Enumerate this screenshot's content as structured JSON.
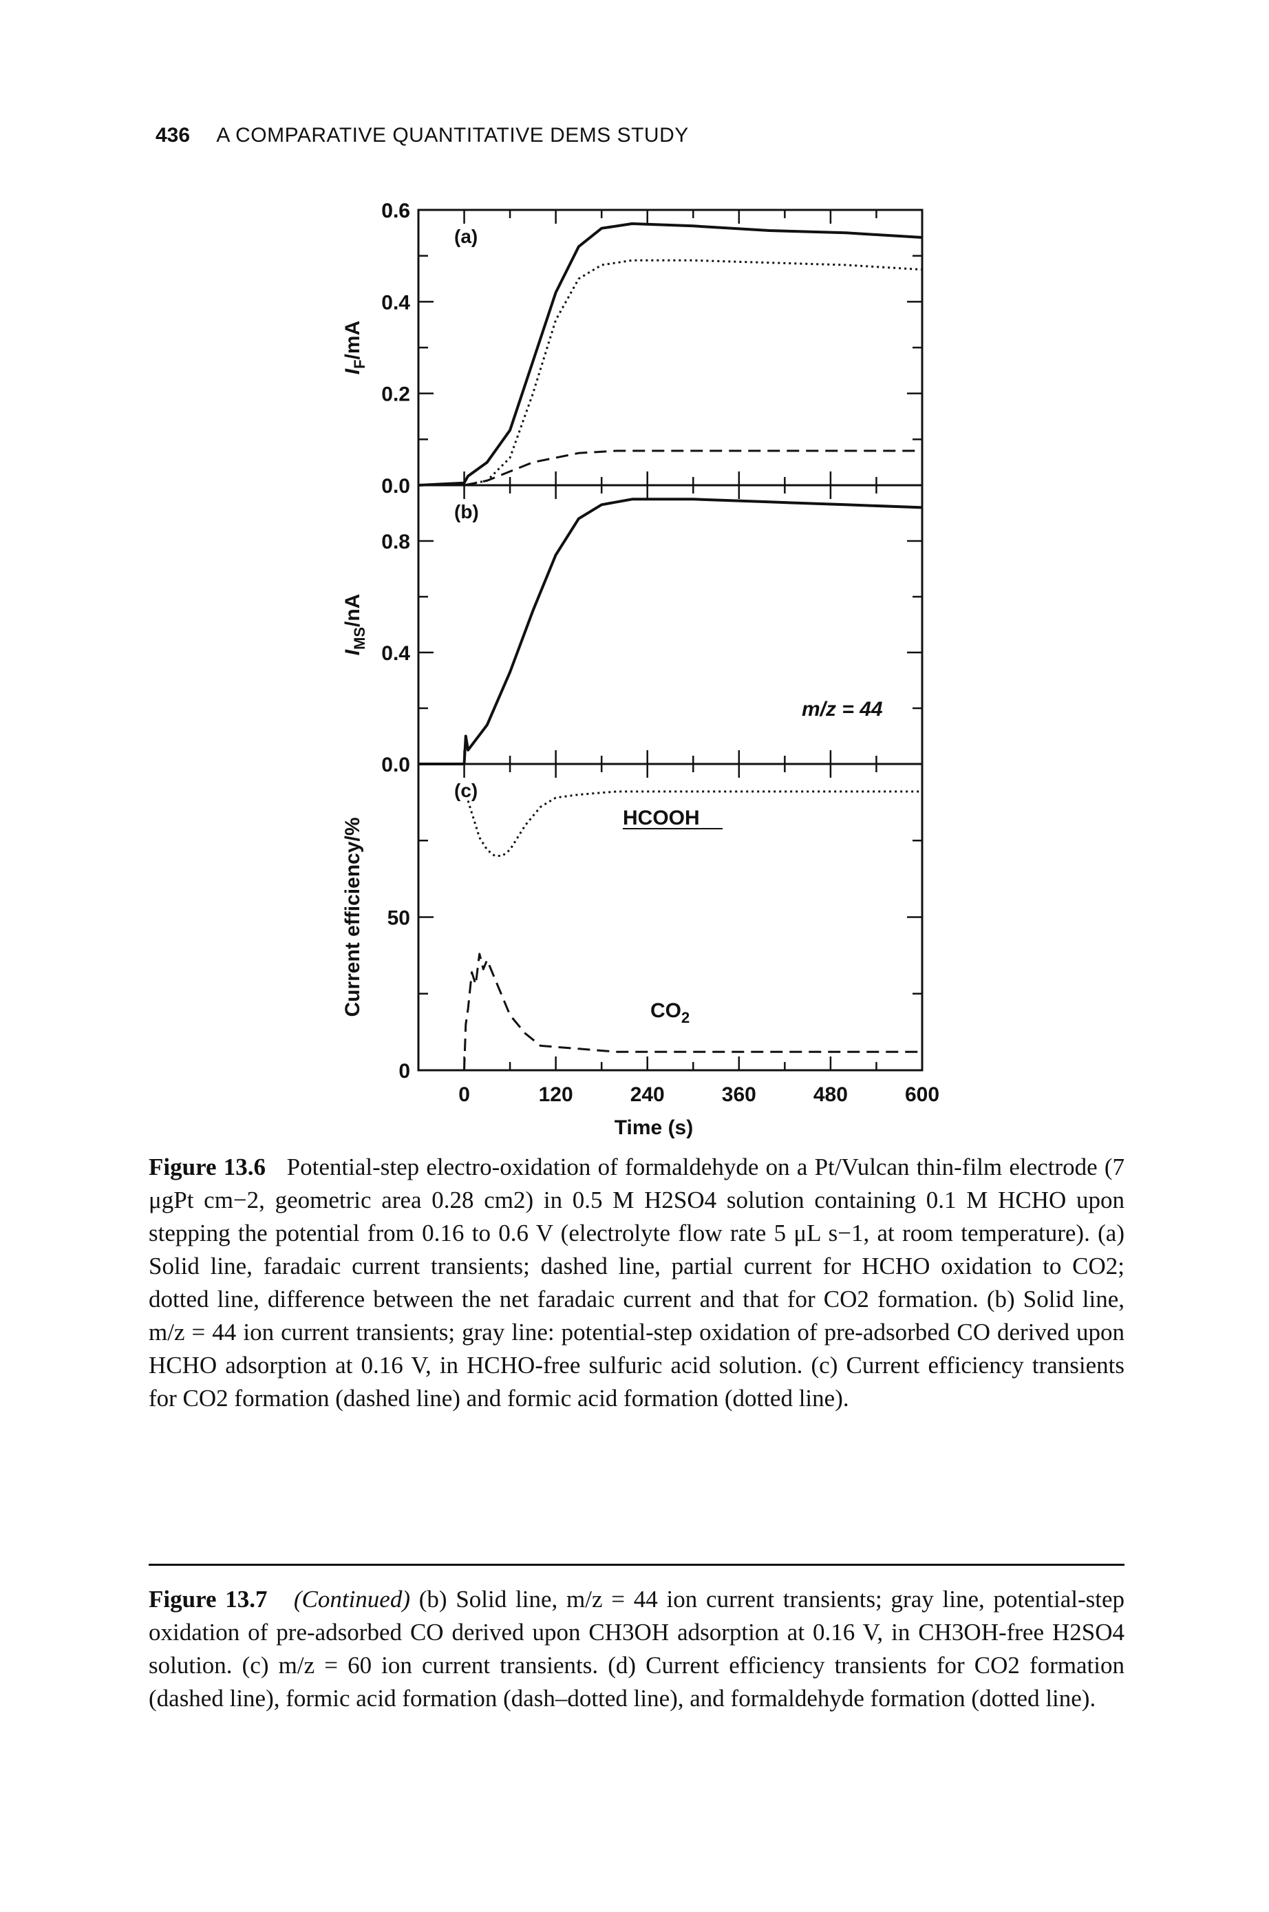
{
  "header": {
    "page_number": "436",
    "running_title": "A COMPARATIVE QUANTITATIVE DEMS STUDY"
  },
  "figure": {
    "panels": [
      {
        "label": "(a)",
        "ylabel": "I_F/mA"
      },
      {
        "label": "(b)",
        "ylabel": "I_MS/nA",
        "annotation": "m/z = 44"
      },
      {
        "label": "(c)",
        "ylabel": "Current efficiency/%",
        "annotations": [
          "HCOOH",
          "CO2"
        ]
      }
    ],
    "xlabel": "Time (s)"
  },
  "chart_data": [
    {
      "type": "line",
      "panel": "(a)",
      "ylabel": "I_F/mA",
      "xlabel": "",
      "xlim": [
        -60,
        600
      ],
      "ylim": [
        0.0,
        0.6
      ],
      "yticks": [
        0.0,
        0.2,
        0.4,
        0.6
      ],
      "series": [
        {
          "style": "solid",
          "x": [
            -60,
            0,
            5,
            30,
            60,
            90,
            120,
            150,
            180,
            220,
            300,
            400,
            500,
            600
          ],
          "y": [
            0.0,
            0.005,
            0.02,
            0.05,
            0.12,
            0.27,
            0.42,
            0.52,
            0.56,
            0.57,
            0.565,
            0.555,
            0.55,
            0.54
          ]
        },
        {
          "style": "dashed",
          "x": [
            0,
            30,
            60,
            90,
            120,
            150,
            200,
            300,
            400,
            500,
            600
          ],
          "y": [
            0.0,
            0.01,
            0.03,
            0.05,
            0.06,
            0.07,
            0.075,
            0.075,
            0.075,
            0.075,
            0.075
          ]
        },
        {
          "style": "dotted",
          "x": [
            0,
            30,
            60,
            90,
            120,
            150,
            180,
            220,
            300,
            400,
            500,
            600
          ],
          "y": [
            0.0,
            0.01,
            0.06,
            0.2,
            0.36,
            0.45,
            0.48,
            0.49,
            0.49,
            0.485,
            0.48,
            0.47
          ]
        }
      ]
    },
    {
      "type": "line",
      "panel": "(b)",
      "ylabel": "I_MS/nA",
      "xlabel": "",
      "xlim": [
        -60,
        600
      ],
      "ylim": [
        0.0,
        1.0
      ],
      "yticks": [
        0.0,
        0.4,
        0.8
      ],
      "annotation": "m/z = 44",
      "series": [
        {
          "style": "solid",
          "x": [
            -60,
            0,
            2,
            5,
            30,
            60,
            90,
            120,
            150,
            180,
            220,
            300,
            400,
            500,
            600
          ],
          "y": [
            0.0,
            0.0,
            0.1,
            0.05,
            0.14,
            0.33,
            0.55,
            0.75,
            0.88,
            0.93,
            0.95,
            0.95,
            0.94,
            0.93,
            0.92
          ]
        }
      ]
    },
    {
      "type": "line",
      "panel": "(c)",
      "ylabel": "Current efficiency/%",
      "xlabel": "Time (s)",
      "xlim": [
        -60,
        600
      ],
      "ylim": [
        0,
        100
      ],
      "yticks": [
        0,
        50
      ],
      "xticks": [
        0,
        120,
        240,
        360,
        480,
        600
      ],
      "series": [
        {
          "name": "HCOOH",
          "style": "dotted",
          "x": [
            5,
            10,
            20,
            30,
            40,
            50,
            60,
            80,
            100,
            120,
            150,
            200,
            300,
            400,
            500,
            600
          ],
          "y": [
            88,
            84,
            76,
            72,
            70,
            70,
            72,
            80,
            86,
            89,
            90,
            91,
            91,
            91,
            91,
            91
          ]
        },
        {
          "name": "CO2",
          "style": "dashed",
          "x": [
            0,
            2,
            5,
            10,
            15,
            20,
            25,
            30,
            40,
            50,
            60,
            80,
            100,
            150,
            200,
            300,
            400,
            500,
            600
          ],
          "y": [
            0,
            15,
            20,
            32,
            28,
            38,
            33,
            36,
            30,
            24,
            18,
            12,
            8,
            7,
            6,
            6,
            6,
            6,
            6
          ]
        }
      ]
    }
  ],
  "captions": {
    "fig1": {
      "label": "Figure 13.6",
      "text": "Potential-step electro-oxidation of formaldehyde on a Pt/Vulcan thin-film electrode (7 μgPt cm−2, geometric area 0.28 cm2) in 0.5 M H2SO4 solution containing 0.1 M HCHO upon stepping the potential from 0.16 to 0.6 V (electrolyte flow rate 5 μL s−1, at room temperature). (a) Solid line, faradaic current transients; dashed line, partial current for HCHO oxidation to CO2; dotted line, difference between the net faradaic current and that for CO2 formation. (b) Solid line, m/z = 44 ion current transients; gray line: potential-step oxidation of pre-adsorbed CO derived upon HCHO adsorption at 0.16 V, in HCHO-free sulfuric acid solution. (c) Current efficiency transients for CO2 formation (dashed line) and formic acid formation (dotted line)."
    },
    "fig2": {
      "label": "Figure 13.7",
      "continued": "(Continued)",
      "text": "(b) Solid line, m/z = 44 ion current transients; gray line, potential-step oxidation of pre-adsorbed CO derived upon CH3OH adsorption at 0.16 V, in CH3OH-free H2SO4 solution. (c) m/z = 60 ion current transients. (d) Current efficiency transients for CO2 formation (dashed line), formic acid formation (dash–dotted line), and formaldehyde formation (dotted line)."
    }
  }
}
